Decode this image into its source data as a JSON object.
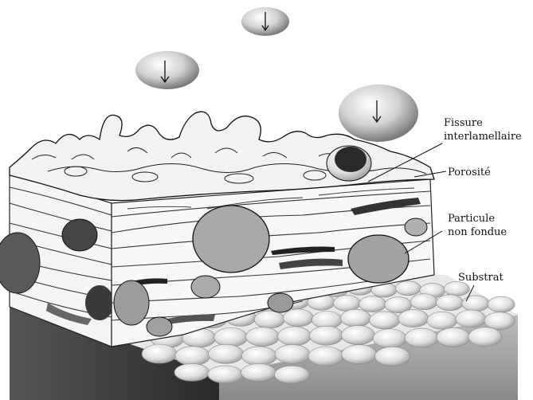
{
  "labels": {
    "fissure_line1": "Fissure",
    "fissure_line2": "interlamellaire",
    "porosite": "Porosité",
    "particule_line1": "Particule",
    "particule_line2": "non fondue",
    "substrat": "Substrat"
  }
}
